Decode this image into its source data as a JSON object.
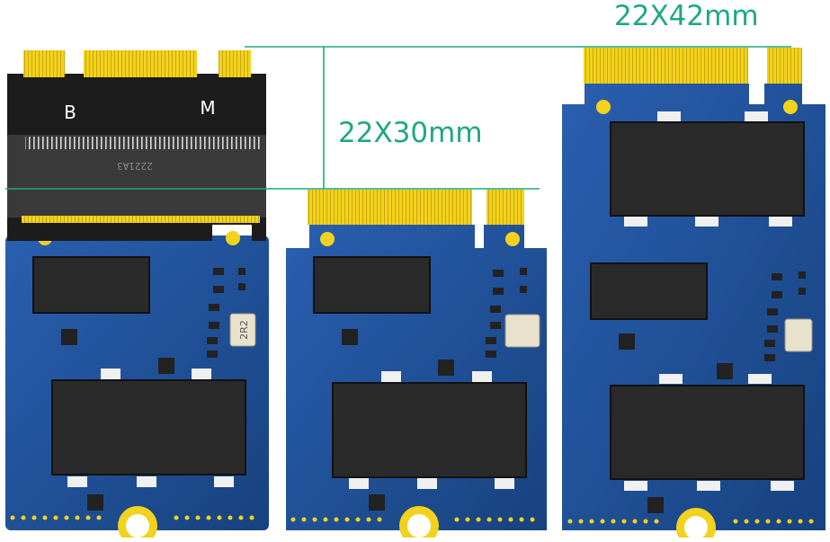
{
  "dimension_labels": {
    "size_42": "22X42mm",
    "size_30": "22X30mm"
  },
  "adapter": {
    "key_b_label": "B",
    "key_m_label": "M",
    "part_marking": "2221A3"
  },
  "component_marking": "2R2",
  "colors": {
    "dimension_line": "#1fa882",
    "pcb_blue": "#1f4f9c",
    "gold_contacts": "#f2d21c",
    "chip_black": "#2a2a2a",
    "adapter_black": "#1c1c1c"
  }
}
